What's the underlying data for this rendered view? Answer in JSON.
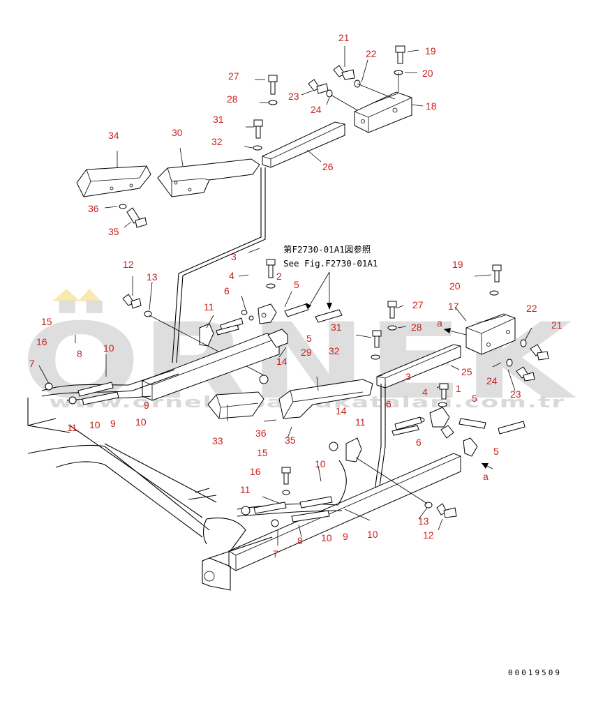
{
  "watermark": {
    "brand": "ÖRNEK",
    "site": "www.orneksiparcakatalari.com.tr"
  },
  "reference": {
    "jp": "第F2730-01A1図参照",
    "en": "See Fig.F2730-01A1"
  },
  "drawing_code": "00019509",
  "part_labels": [
    "1",
    "2",
    "3",
    "4",
    "5",
    "6",
    "7",
    "8",
    "9",
    "10",
    "11",
    "12",
    "13",
    "14",
    "15",
    "16",
    "17",
    "18",
    "19",
    "20",
    "21",
    "22",
    "23",
    "24",
    "25",
    "26",
    "27",
    "28",
    "29",
    "30",
    "31",
    "32",
    "33",
    "34",
    "35",
    "36",
    "a"
  ],
  "colors": {
    "label": "#c8201e",
    "line": "#000000",
    "watermark": "#d9d9d9"
  }
}
